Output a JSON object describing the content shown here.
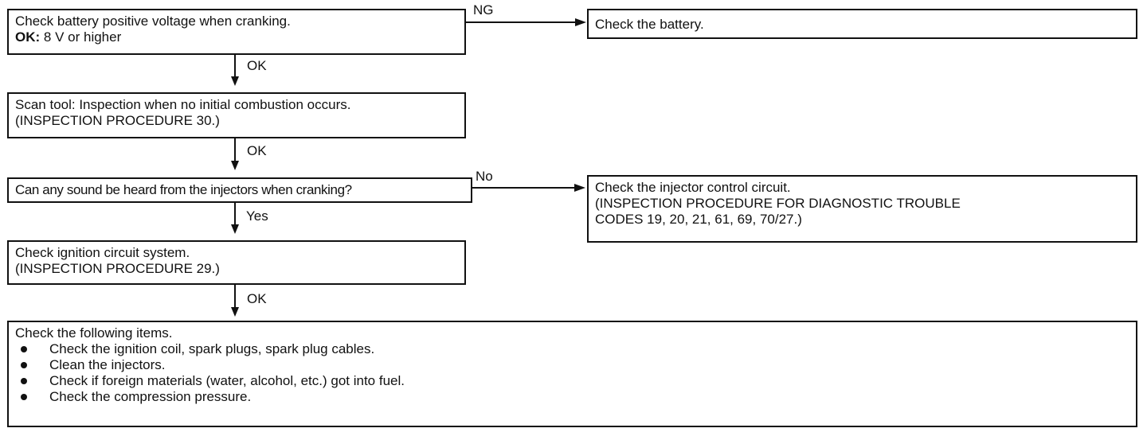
{
  "steps": {
    "battery_check": {
      "line1": "Check battery positive voltage when cranking.",
      "ok_label": "OK:",
      "ok_value": "8 V or higher"
    },
    "scan_tool": {
      "line1": "Scan tool: Inspection when no initial combustion occurs.",
      "line2": "(INSPECTION PROCEDURE 30.)"
    },
    "injector_sound": {
      "line1": "Can any sound be heard from the injectors when cranking?"
    },
    "ignition_check": {
      "line1": "Check ignition circuit system.",
      "line2": "(INSPECTION PROCEDURE 29.)"
    },
    "final_checks": {
      "intro": "Check the following items.",
      "items": [
        "Check the ignition coil, spark plugs, spark plug cables.",
        "Clean the injectors.",
        "Check if foreign materials (water, alcohol, etc.) got into fuel.",
        "Check the compression pressure."
      ]
    }
  },
  "branches": {
    "check_battery": {
      "text": "Check the battery."
    },
    "injector_circuit": {
      "line1": "Check the injector control circuit.",
      "line2_words": [
        "(INSPECTION",
        "PROCEDURE",
        "FOR",
        "DIAGNOSTIC",
        "TROUBLE"
      ],
      "line3": "CODES 19, 20, 21, 61, 69, 70/27.)"
    }
  },
  "labels": {
    "ng": "NG",
    "no": "No",
    "ok1": "OK",
    "ok2": "OK",
    "yes": "Yes",
    "ok3": "OK"
  }
}
